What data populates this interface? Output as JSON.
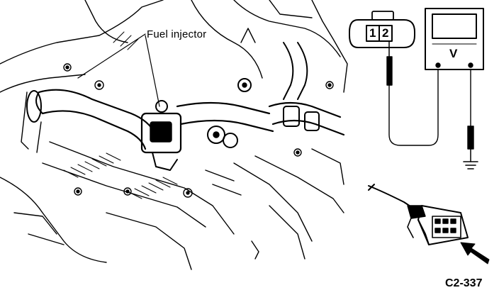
{
  "labels": {
    "injector": "Fuel injector",
    "figure_code": "C2-337"
  },
  "connector": {
    "pin1": "1",
    "pin2": "2"
  },
  "voltmeter": {
    "unit": "V"
  },
  "colors": {
    "ink": "#000000",
    "paper": "#ffffff"
  }
}
